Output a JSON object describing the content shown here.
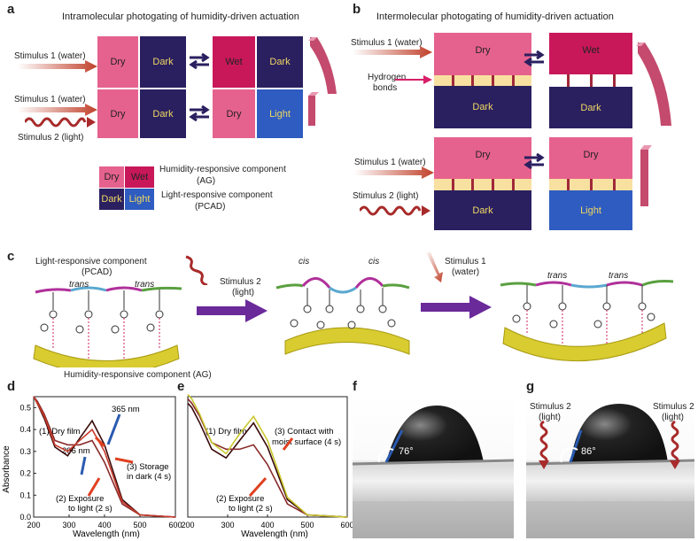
{
  "panels": {
    "a": {
      "letter": "a",
      "title": "Intramolecular photogating of humidity-driven actuation",
      "stim1": "Stimulus 1 (water)",
      "stim1b": "Stimulus 1 (water)",
      "stim2": "Stimulus 2 (light)",
      "row1": [
        "Dry",
        "Dark",
        "Wet",
        "Dark"
      ],
      "row2": [
        "Dry",
        "Dark",
        "Dry",
        "Light"
      ],
      "legend": {
        "dry": "Dry",
        "wet": "Wet",
        "dark": "Dark",
        "light": "Light",
        "humidity": "Humidity-responsive component",
        "humidity_abbr": "(AG)",
        "light_comp": "Light-responsive component",
        "light_abbr": "(PCAD)"
      }
    },
    "b": {
      "letter": "b",
      "title": "Intermolecular photogating of humidity-driven actuation",
      "stim1": "Stimulus 1 (water)",
      "hbond1": "Hydrogen",
      "hbond2": "bonds",
      "stim1b": "Stimulus 1 (water)",
      "stim2": "Stimulus 2 (light)",
      "blocks": {
        "dry": "Dry",
        "wet": "Wet",
        "dark": "Dark",
        "dry2": "Dry",
        "dry3": "Dry",
        "dark2": "Dark",
        "dark3": "Dark",
        "light": "Light"
      }
    },
    "c": {
      "letter": "c",
      "light_comp": "Light-responsive component",
      "light_abbr": "(PCAD)",
      "humidity": "Humidity-responsive component (AG)",
      "stim2": "Stimulus 2",
      "stim2b": "(light)",
      "stim1": "Stimulus 1",
      "stim1b": "(water)",
      "trans": "trans",
      "cis": "cis"
    },
    "d": {
      "letter": "d",
      "ylabel": "Absorbance",
      "xlabel": "Wavelength (nm)",
      "xticks": [
        "200",
        "300",
        "400",
        "500",
        "600"
      ],
      "yticks": [
        "0.0",
        "0.1",
        "0.2",
        "0.3",
        "0.4",
        "0.5"
      ],
      "ann_dry": "(1) Dry film",
      "ann_365": "365 nm",
      "ann_296": "296 nm",
      "ann_storage1": "(3) Storage",
      "ann_storage2": "in dark (4 s)",
      "ann_exp1": "(2)  Exposure",
      "ann_exp2": "to light (2 s)"
    },
    "e": {
      "letter": "e",
      "xlabel": "Wavelength (nm)",
      "xticks": [
        "200",
        "300",
        "400",
        "500",
        "600"
      ],
      "ann_dry": "(1) Dry film",
      "ann_contact1": "(3) Contact with",
      "ann_contact2": "moist surface (4 s)",
      "ann_exp1": "(2)  Exposure",
      "ann_exp2": "to light (2 s)"
    },
    "f": {
      "letter": "f",
      "angle": "76°"
    },
    "g": {
      "letter": "g",
      "angle": "86°",
      "stim2a": "Stimulus 2",
      "stim2a2": "(light)",
      "stim2b": "Stimulus 2",
      "stim2b2": "(light)"
    }
  },
  "chart_data": [
    {
      "type": "line",
      "title": "",
      "xlabel": "Wavelength (nm)",
      "ylabel": "Absorbance",
      "xlim": [
        200,
        600
      ],
      "ylim": [
        0,
        0.55
      ],
      "series": [
        {
          "name": "(1) Dry film",
          "color": "#3a0a0a",
          "x": [
            200,
            210,
            230,
            260,
            296,
            330,
            365,
            400,
            450,
            500,
            600
          ],
          "y": [
            0.55,
            0.52,
            0.45,
            0.32,
            0.28,
            0.36,
            0.44,
            0.33,
            0.08,
            0.01,
            0.0
          ]
        },
        {
          "name": "(2) Exposure to light (2 s)",
          "color": "#8a2a2a",
          "x": [
            200,
            210,
            230,
            260,
            296,
            330,
            365,
            400,
            450,
            500,
            600
          ],
          "y": [
            0.55,
            0.53,
            0.47,
            0.35,
            0.33,
            0.33,
            0.35,
            0.25,
            0.06,
            0.01,
            0.0
          ]
        },
        {
          "name": "(3) Storage in dark (4 s)",
          "color": "#c83a2a",
          "x": [
            200,
            210,
            230,
            260,
            296,
            330,
            365,
            400,
            450,
            500,
            600
          ],
          "y": [
            0.55,
            0.52,
            0.46,
            0.33,
            0.3,
            0.35,
            0.4,
            0.3,
            0.07,
            0.01,
            0.0
          ]
        }
      ]
    },
    {
      "type": "line",
      "title": "",
      "xlabel": "Wavelength (nm)",
      "ylabel": "",
      "xlim": [
        200,
        600
      ],
      "ylim": [
        0,
        0.55
      ],
      "series": [
        {
          "name": "(1) Dry film",
          "color": "#3a0a0a",
          "x": [
            200,
            210,
            230,
            260,
            296,
            330,
            365,
            400,
            450,
            500,
            600
          ],
          "y": [
            0.52,
            0.5,
            0.43,
            0.31,
            0.27,
            0.35,
            0.43,
            0.32,
            0.08,
            0.01,
            0.0
          ]
        },
        {
          "name": "(2) Exposure to light (2 s)",
          "color": "#8a2a2a",
          "x": [
            200,
            210,
            230,
            260,
            296,
            330,
            365,
            400,
            450,
            500,
            600
          ],
          "y": [
            0.54,
            0.52,
            0.46,
            0.34,
            0.31,
            0.31,
            0.33,
            0.24,
            0.06,
            0.01,
            0.0
          ]
        },
        {
          "name": "(3) Contact with moist surface (4 s)",
          "color": "#c8c830",
          "x": [
            200,
            210,
            230,
            260,
            296,
            330,
            365,
            400,
            450,
            500,
            600
          ],
          "y": [
            0.56,
            0.54,
            0.47,
            0.34,
            0.29,
            0.38,
            0.46,
            0.35,
            0.09,
            0.01,
            0.0
          ]
        }
      ]
    }
  ]
}
